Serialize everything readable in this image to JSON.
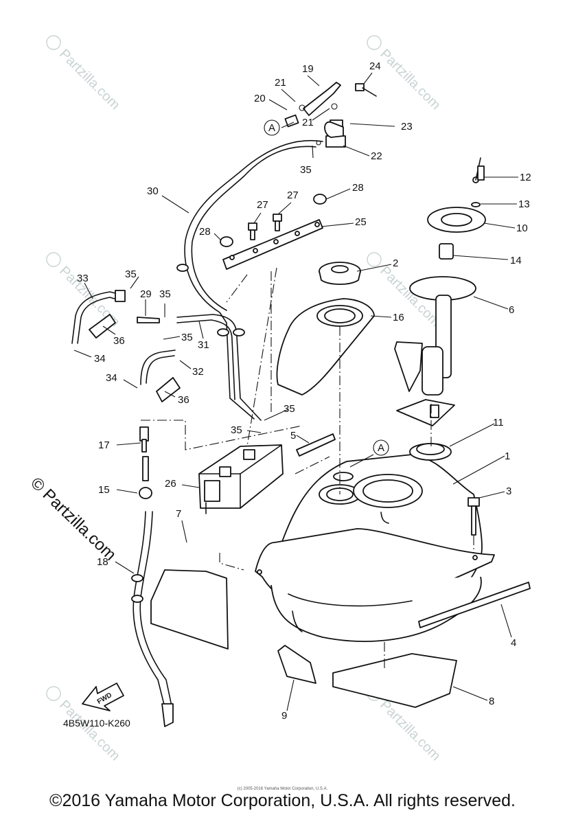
{
  "diagram": {
    "drawing_code": "4B5W110-K260",
    "fwd_label": "FWD",
    "ref_mark": "A",
    "brand_watermark": "© Partzilla.com",
    "faint_watermark": "Partzilla.com",
    "callouts": [
      "1",
      "2",
      "3",
      "4",
      "5",
      "6",
      "7",
      "8",
      "9",
      "10",
      "11",
      "12",
      "13",
      "14",
      "15",
      "16",
      "17",
      "18",
      "19",
      "20",
      "21",
      "21",
      "22",
      "23",
      "24",
      "25",
      "26",
      "27",
      "27",
      "28",
      "28",
      "29",
      "30",
      "31",
      "32",
      "33",
      "34",
      "34",
      "35",
      "35",
      "35",
      "35",
      "35",
      "35",
      "36",
      "36"
    ]
  },
  "footer": {
    "copyright": "©2016 Yamaha Motor Corporation, U.S.A. All rights reserved.",
    "fine_print": "(c) 2005-2016 Yamaha Motor Corporation, U.S.A."
  }
}
